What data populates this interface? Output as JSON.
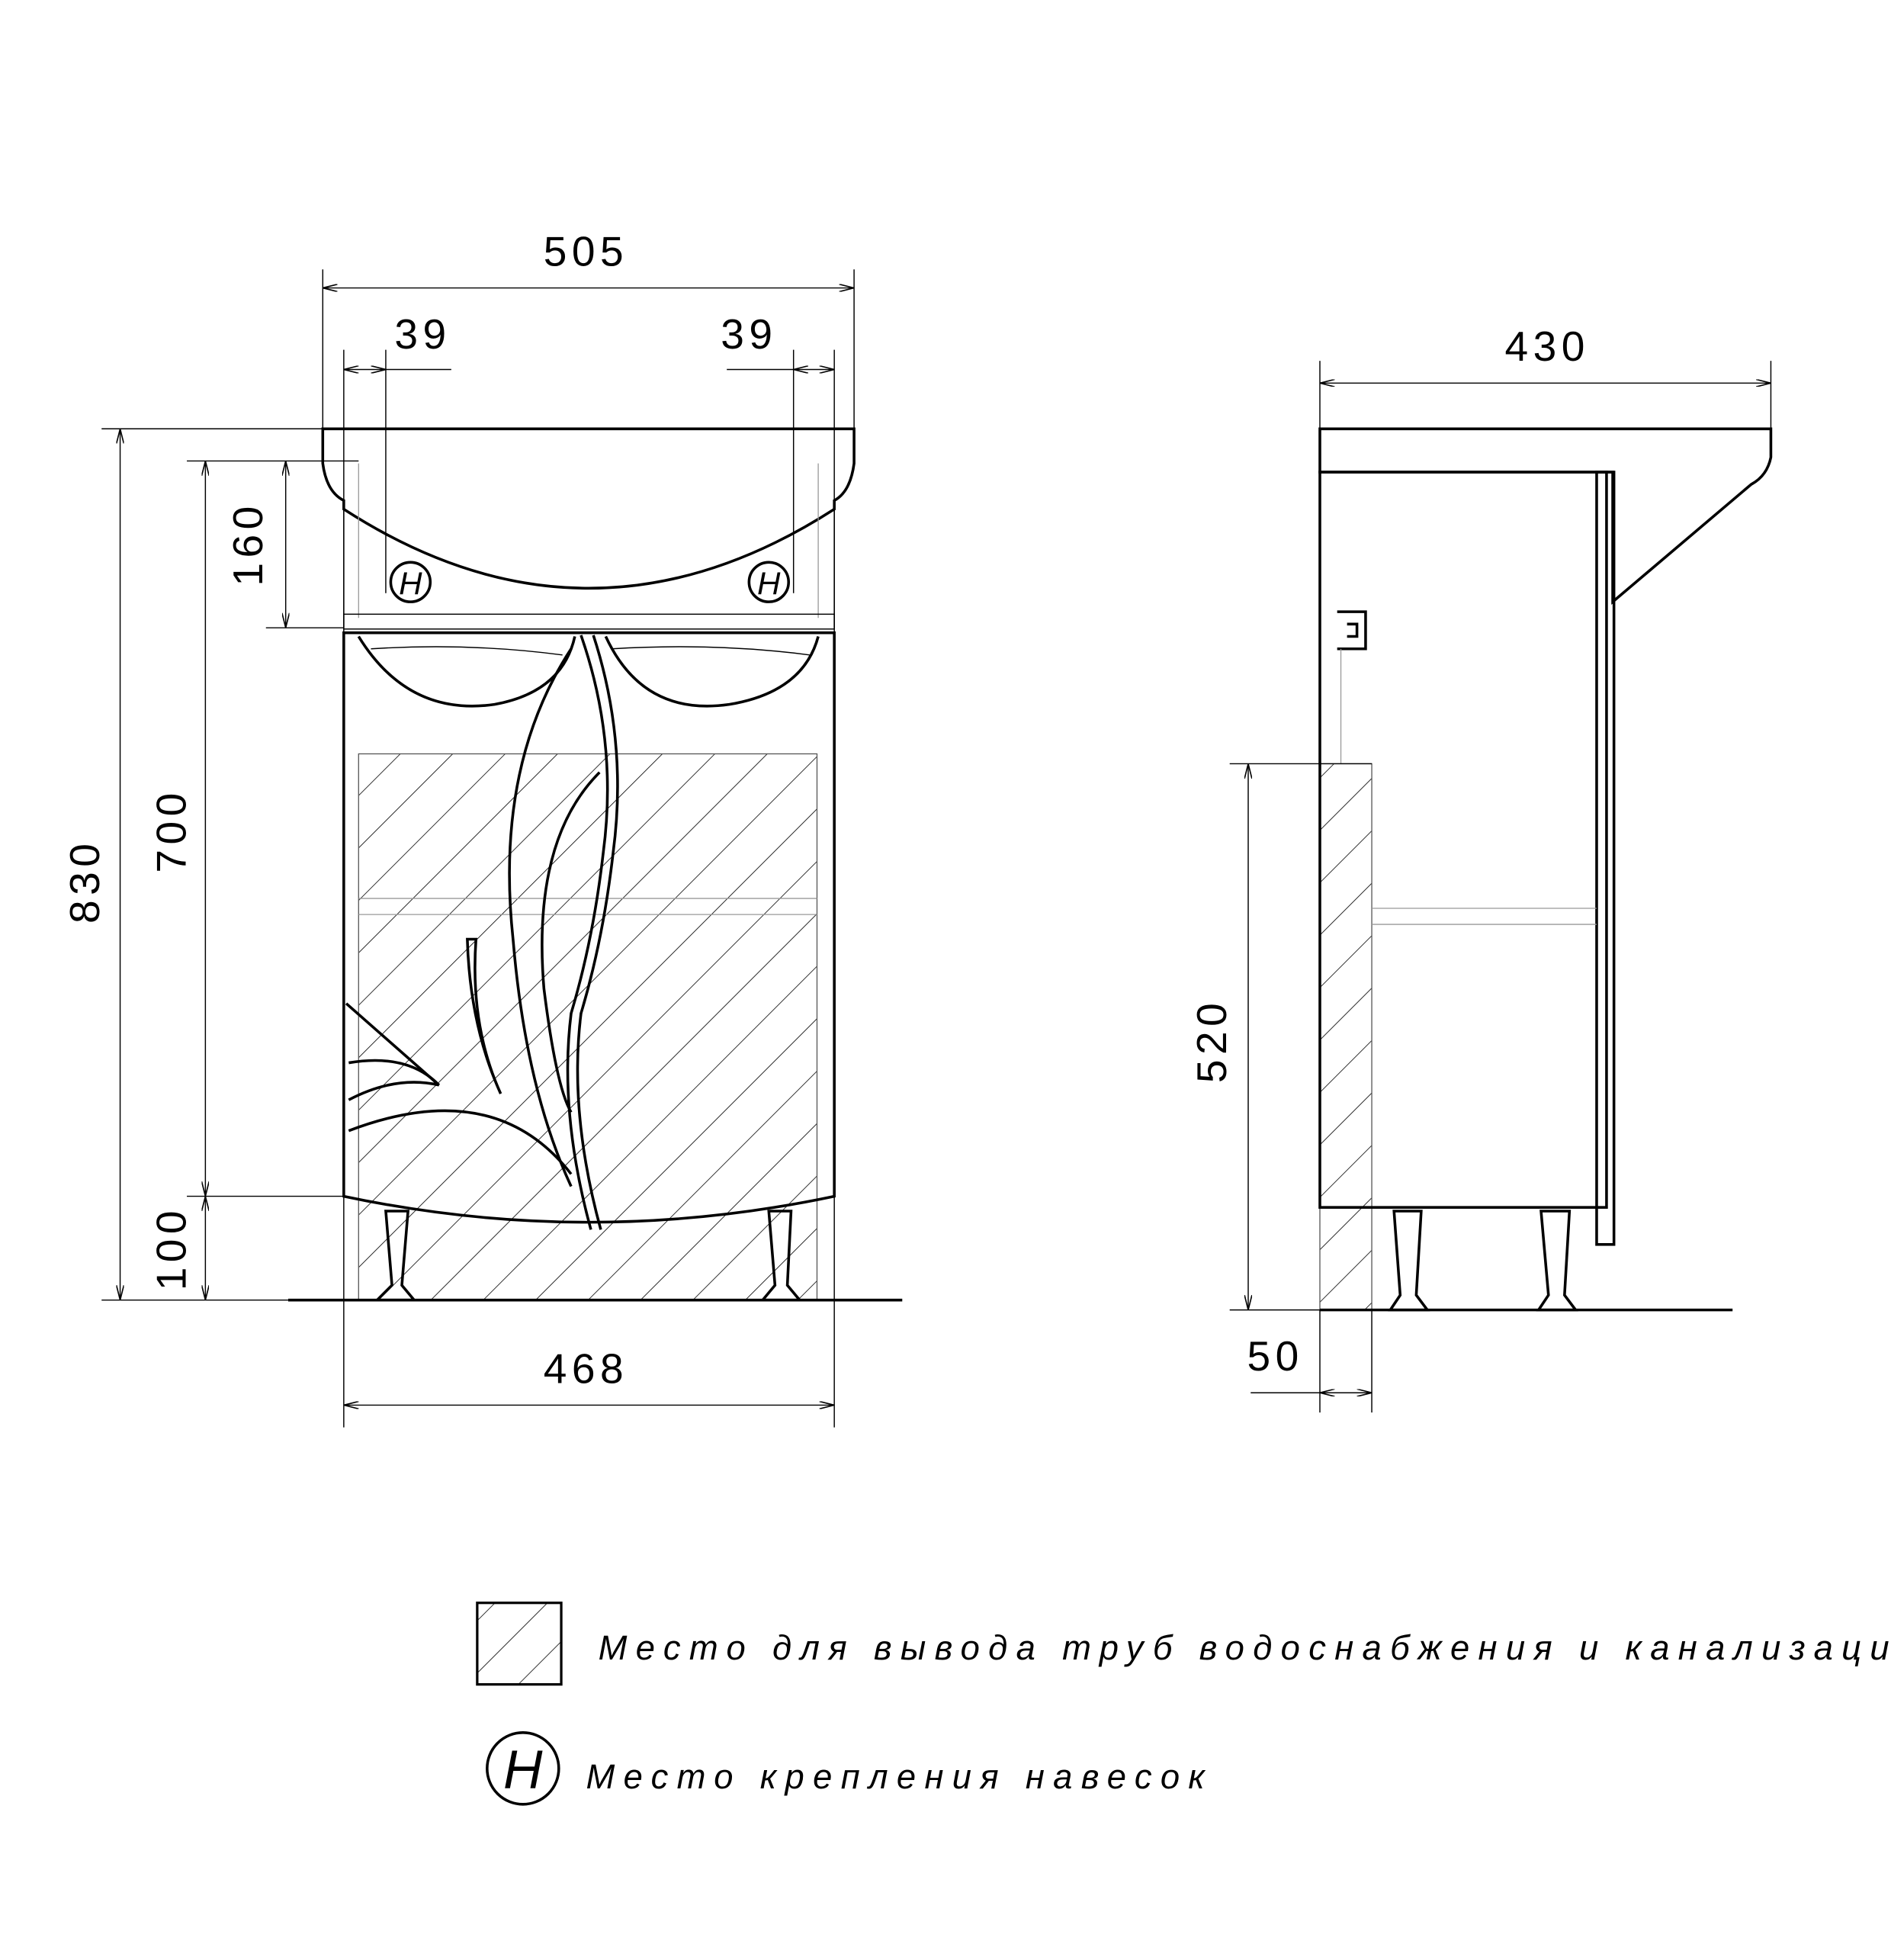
{
  "front_view": {
    "dims": {
      "overall_width": "505",
      "left_offset": "39",
      "right_offset": "39",
      "overall_height": "830",
      "body_height": "700",
      "sink_height": "160",
      "leg_height": "100",
      "body_width": "468"
    },
    "hanger_mark_label": "H"
  },
  "side_view": {
    "dims": {
      "depth": "430",
      "pipe_zone_height": "520",
      "pipe_zone_depth": "50"
    }
  },
  "legend": {
    "items": [
      {
        "symbol": "hatched-square",
        "label": "Место для вывода труб водоснабжения и канализации"
      },
      {
        "symbol": "H",
        "label": "Место крепления навесок"
      }
    ]
  }
}
